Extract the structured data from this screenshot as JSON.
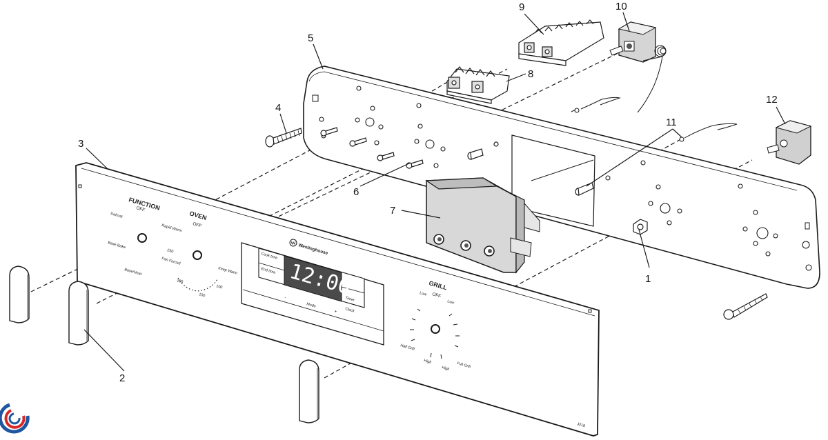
{
  "callouts": {
    "c1": "1",
    "c2": "2",
    "c3": "3",
    "c4": "4",
    "c5": "5",
    "c6": "6",
    "c7": "7",
    "c8": "8",
    "c9": "9",
    "c10": "10",
    "c11": "11",
    "c12": "12"
  },
  "panel": {
    "function_title": "FUNCTION",
    "function_off": "OFF",
    "oven_title": "OVEN",
    "oven_off": "OFF",
    "defrost": "Defrost",
    "rapid_warm": "Rapid Warm",
    "base_bake": "Base Bake",
    "base_heat": "Base/Heat",
    "fan_forced": "Fan Forced",
    "temp_250": "250",
    "temp_200": "200",
    "temp_150": "150",
    "temp_100": "100",
    "keep_warm": "Keep Warm",
    "brand": "Westinghouse",
    "cook_time": "Cook time",
    "end_time": "End time",
    "clock_display": "12:00",
    "timer": "Timer",
    "clock": "Clock",
    "minus": "-",
    "mode": "Mode",
    "plus": "+",
    "grill_title": "GRILL",
    "grill_off": "OFF",
    "low_left": "Low",
    "low_right": "Low",
    "half_grill": "Half Grill",
    "high_left": "High",
    "high_right": "High",
    "full_grill": "Full Grill",
    "corner_code": "J218"
  },
  "colors": {
    "line": "#1a1a1a",
    "lcd": "#4a4a4a",
    "logo_blue": "#1e56a0",
    "logo_red": "#d62828"
  }
}
